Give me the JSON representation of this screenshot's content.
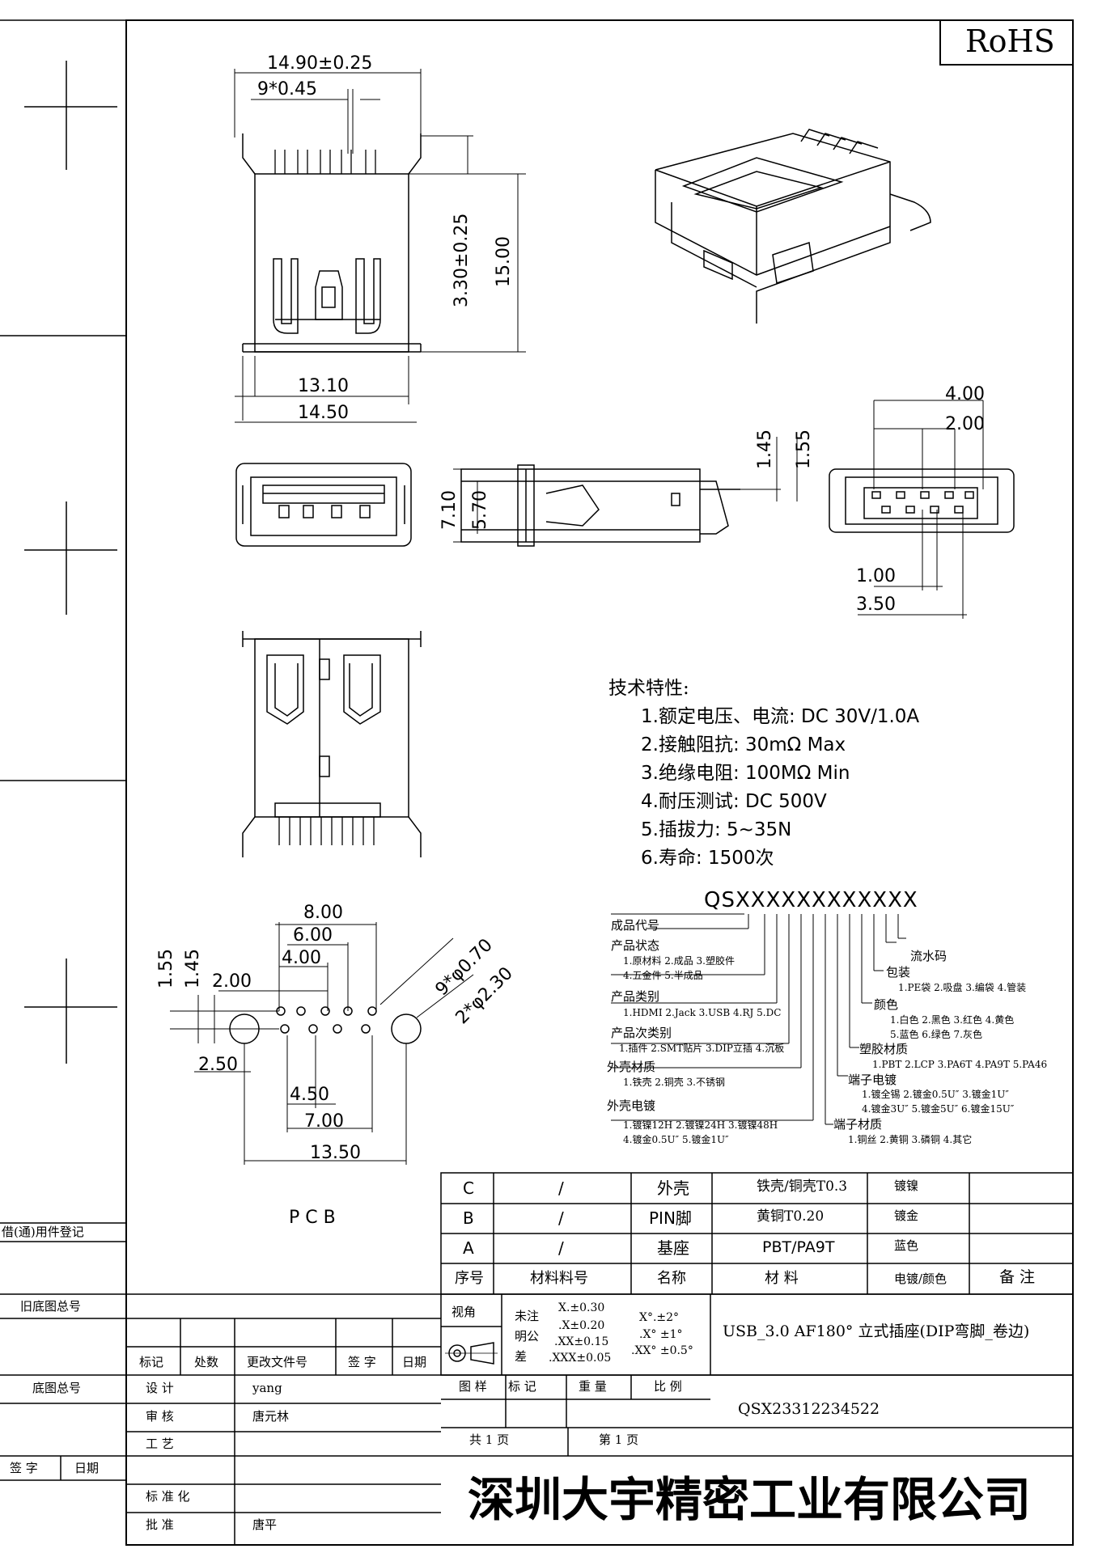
{
  "rohs": "RoHS",
  "dims": {
    "top_width": "14.90±0.25",
    "pitch": "9*0.45",
    "pin_h": "3.30±0.25",
    "height": "15.00",
    "inner_w": "13.10",
    "outer_w": "14.50",
    "side_h1": "7.10",
    "side_h2": "5.70",
    "d145": "1.45",
    "d155": "1.55",
    "d400": "4.00",
    "d200": "2.00",
    "d100": "1.00",
    "d350": "3.50"
  },
  "pcb": {
    "d800": "8.00",
    "d600": "6.00",
    "d400": "4.00",
    "d200": "2.00",
    "d155": "1.55",
    "d145": "1.45",
    "hole9": "9*φ0.70",
    "hole2": "2*φ2.30",
    "d250": "2.50",
    "d450": "4.50",
    "d700": "7.00",
    "d1350": "13.50",
    "label": "P C B"
  },
  "specs": {
    "title": "技术特性:",
    "items": [
      "1.额定电压、电流: DC 30V/1.0A",
      "2.接触阻抗: 30mΩ Max",
      "3.绝缘电阻: 100MΩ Min",
      "4.耐压测试:  DC 500V",
      "5.插拔力: 5~35N",
      "6.寿命: 1500次"
    ]
  },
  "code": {
    "code": "QSXXXXXXXXXXXX",
    "groups": [
      {
        "title": "成品代号",
        "lines": []
      },
      {
        "title": "产品状态",
        "lines": [
          "1.原材料  2.成品  3.塑胶件",
          "4.五金件  5.半成品"
        ]
      },
      {
        "title": "产品类别",
        "lines": [
          "1.HDMI  2.Jack 3.USB 4.RJ  5.DC"
        ]
      },
      {
        "title": "产品次类别",
        "lines": [
          "1.插件 2.SMT贴片 3.DIP立插 4.沉板"
        ]
      },
      {
        "title": "外壳材质",
        "lines": [
          "1.铁壳  2.铜壳  3.不锈钢"
        ]
      },
      {
        "title": "外壳电镀",
        "lines": [
          "1.镀镍12H    2.镀镍24H 3.镀镍48H",
          "4.镀金0.5U″  5.镀金1U″"
        ]
      }
    ],
    "right_groups": [
      {
        "title": "流水码",
        "lines": []
      },
      {
        "title": "包装",
        "lines": [
          "1.PE袋 2.吸盘 3.编袋 4.管装"
        ]
      },
      {
        "title": "颜色",
        "lines": [
          "1.白色 2.黑色 3.红色 4.黄色",
          "5.蓝色 6.绿色 7.灰色"
        ]
      },
      {
        "title": "塑胶材质",
        "lines": [
          "1.PBT  2.LCP  3.PA6T 4.PA9T  5.PA46"
        ]
      },
      {
        "title": "端子电镀",
        "lines": [
          "1.镀全锡  2.镀金0.5U″   3.镀金1U″",
          "4.镀金3U″ 5.镀金5U″   6.镀金15U″"
        ]
      },
      {
        "title": "端子材质",
        "lines": [
          "1.铜丝  2.黄铜  3.磷铜   4.其它"
        ]
      }
    ]
  },
  "bom": {
    "rows": [
      {
        "seq": "C",
        "part": "/",
        "name": "外壳",
        "mat": "铁壳/铜壳T0.3",
        "color": "镀镍",
        "note": ""
      },
      {
        "seq": "B",
        "part": "/",
        "name": "PIN脚",
        "mat": "黄铜T0.20",
        "color": "镀金",
        "note": ""
      },
      {
        "seq": "A",
        "part": "/",
        "name": "基座",
        "mat": "PBT/PA9T",
        "color": "蓝色",
        "note": ""
      }
    ],
    "header": {
      "seq": "序号",
      "part": "材料料号",
      "name": "名称",
      "mat": "材  料",
      "color": "电镀/颜色",
      "note": "备  注"
    }
  },
  "title_block": {
    "view": "视角",
    "tol1": "未注",
    "tol2": "明公",
    "tol3": "差",
    "tolx": "X.±0.30",
    "tolxx": ".X±0.20",
    "tolxxx": ".XX±0.15",
    "tolxxxx": ".XXX±0.05",
    "ang1": "X°.±2°",
    "ang2": ".X°  ±1°",
    "ang3": ".XX° ±0.5°",
    "product_name": "USB_3.0 AF180° 立式插座(DIP弯脚_卷边)",
    "pattern": "图 样",
    "mark": "标 记",
    "weight": "重 量",
    "scale": "比 例",
    "part_no": "QSX23312234522",
    "total": "共  1  页",
    "page": "第  1  页",
    "company": "深圳大宇精密工业有限公司",
    "old_no": "旧底图总号",
    "base_no": "底图总号",
    "sign": "签 字",
    "date": "日期",
    "reg": "借(通)用件登记",
    "h_mark": "标记",
    "h_count": "处数",
    "h_doc": "更改文件号",
    "h_sign": "签 字",
    "h_date": "日期",
    "design": "设    计",
    "designer": "yang",
    "review": "审    核",
    "reviewer": "唐元林",
    "process": "工    艺",
    "standard": "标 准 化",
    "approve": "批    准",
    "approver": "唐平"
  }
}
